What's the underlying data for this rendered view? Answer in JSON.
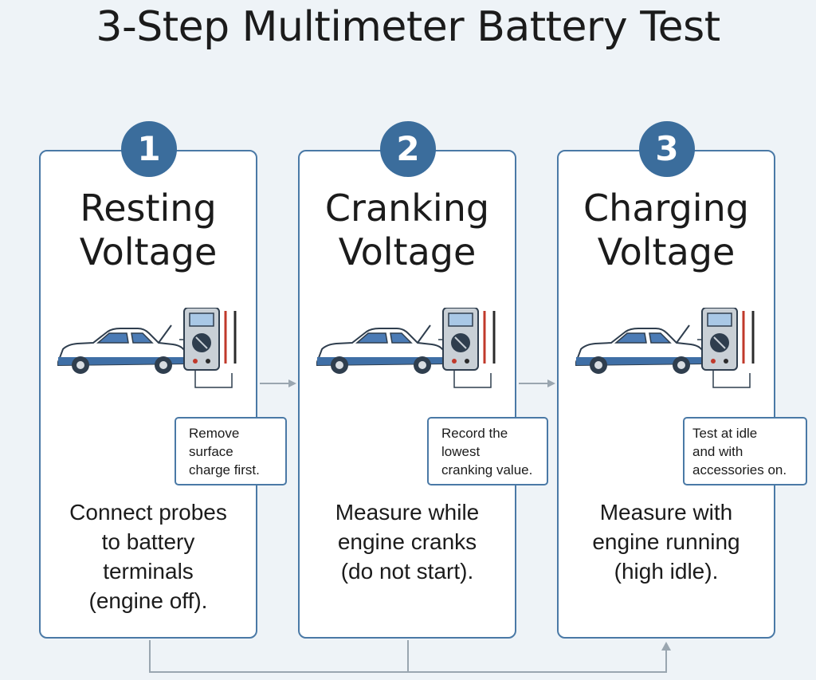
{
  "title": "3-Step Multimeter Battery Test",
  "steps": [
    {
      "number": "1",
      "title_lines": [
        "Resting",
        "Voltage"
      ],
      "note_lines": [
        "Remove",
        "surface",
        "charge first."
      ],
      "description_lines": [
        "Connect probes",
        "to battery",
        "terminals",
        "(engine off)."
      ]
    },
    {
      "number": "2",
      "title_lines": [
        "Cranking",
        "Voltage"
      ],
      "note_lines": [
        "Record the",
        "lowest",
        "cranking value."
      ],
      "description_lines": [
        "Measure while",
        "engine cranks",
        "(do not start)."
      ]
    },
    {
      "number": "3",
      "title_lines": [
        "Charging",
        "Voltage"
      ],
      "note_lines": [
        "Test at idle",
        "and with",
        "accessories on."
      ],
      "description_lines": [
        "Measure with",
        "engine running",
        "(high idle)."
      ]
    }
  ],
  "icons": [
    "car-icon",
    "multimeter-icon",
    "probe-icon",
    "arrow-right-icon"
  ],
  "colors": {
    "accent": "#3b6d9c",
    "border": "#4a79a6",
    "connector": "#9aa6b0",
    "car_stripe": "#3f6fa6",
    "red_probe": "#c0392b",
    "black_probe": "#2b2b2b"
  }
}
